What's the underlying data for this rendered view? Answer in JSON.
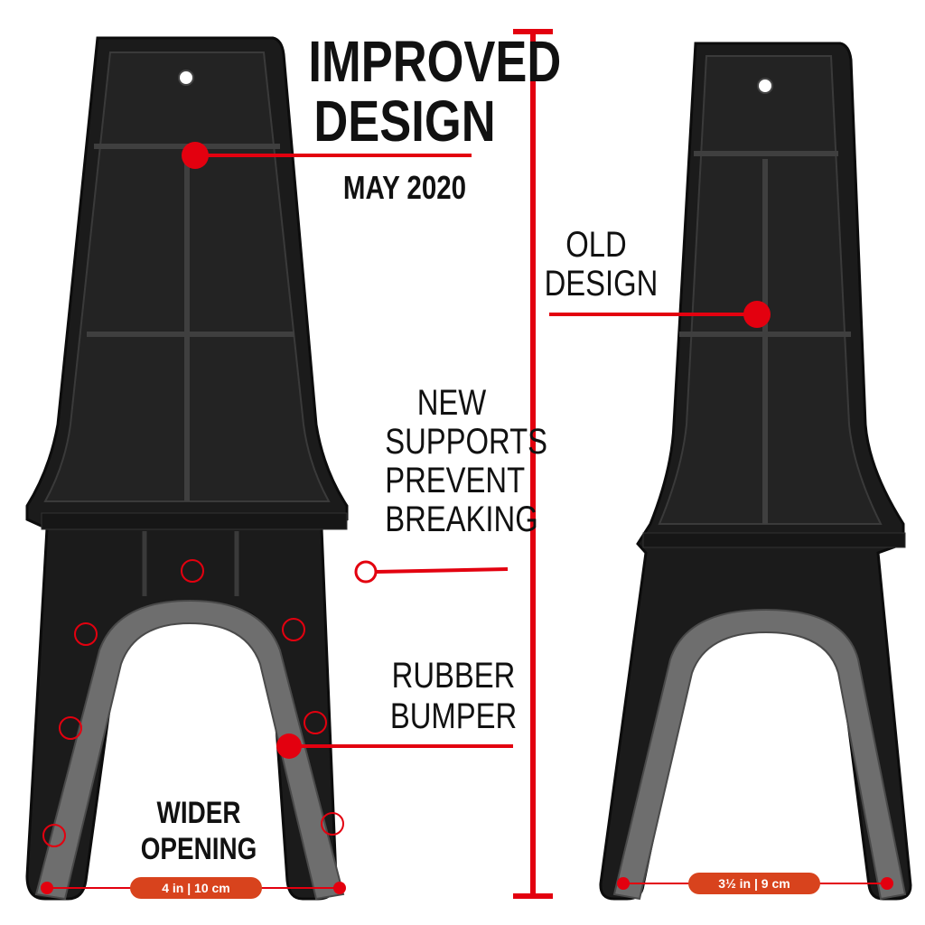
{
  "labels": {
    "improved_line1": "IMPROVED",
    "improved_line2": "DESIGN",
    "improved_date": "MAY 2020",
    "old_line1": "OLD",
    "old_line2": "DESIGN",
    "supports_line1": "NEW",
    "supports_line2": "SUPPORTS",
    "supports_line3": "PREVENT",
    "supports_line4": "BREAKING",
    "bumper_line1": "RUBBER",
    "bumper_line2": "BUMPER",
    "opening_line1": "WIDER",
    "opening_line2": "OPENING"
  },
  "measurements": {
    "new_width": "4 in | 10 cm",
    "old_width": "3½ in | 9 cm"
  },
  "colors": {
    "accent_red": "#e3000f",
    "pill_orange": "#d8431d",
    "plastic_black": "#1b1b1b",
    "bumper_gray": "#6e6e6e"
  }
}
